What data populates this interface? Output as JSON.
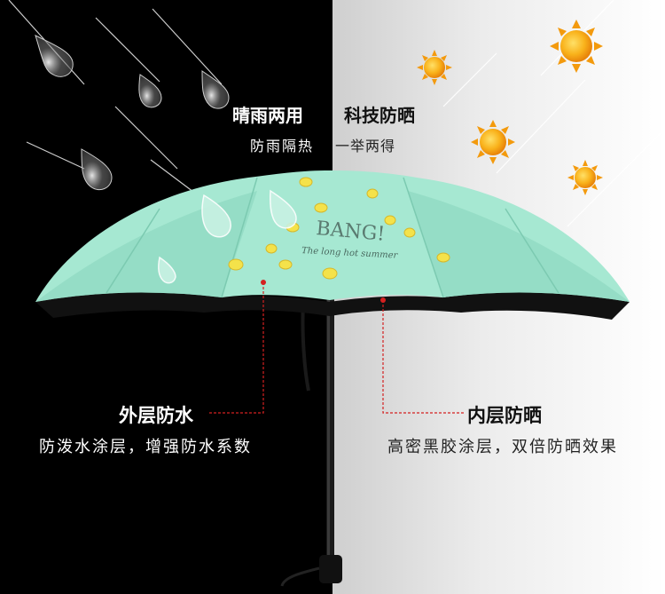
{
  "headline": {
    "left": "晴雨两用",
    "right": "科技防晒"
  },
  "subline": {
    "left": "防雨隔热",
    "right": "一举两得"
  },
  "canopy_print": {
    "title": "BANG!",
    "tagline": "The long hot summer"
  },
  "outer_layer": {
    "title": "外层防水",
    "description": "防泼水涂层，增强防水系数"
  },
  "inner_layer": {
    "title": "内层防晒",
    "description": "高密黑胶涂层，双倍防晒效果"
  },
  "colors": {
    "canopy": "#a6e8d2",
    "canopy_dark": "#8fd9c0",
    "callout_line": "#d42020",
    "sun": "#f7a514",
    "lemon": "#f4e24a"
  }
}
